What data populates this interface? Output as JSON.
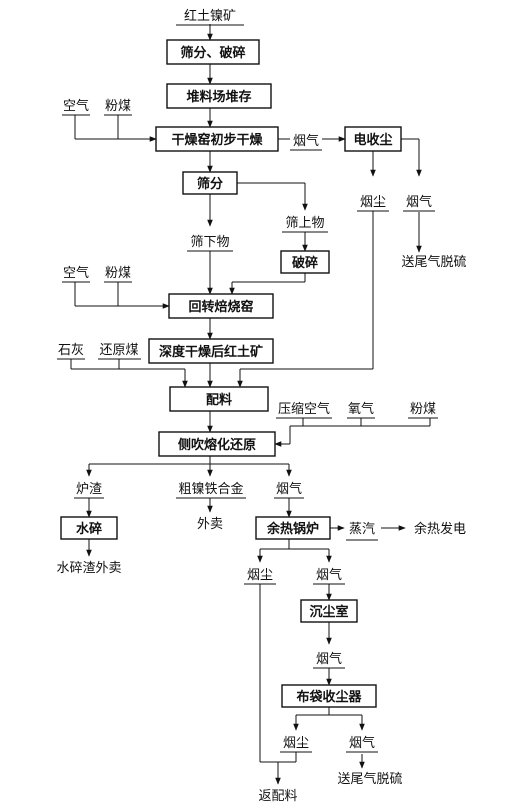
{
  "colors": {
    "ink": "#111111",
    "background": "#ffffff"
  },
  "nodes": {
    "laterite": "红土镍矿",
    "screen_crush": "筛分、破碎",
    "stockpile": "堆料场堆存",
    "air_1": "空气",
    "coal_1": "粉煤",
    "dryer": "干燥窑初步干燥",
    "fluegas_1": "烟气",
    "esp": "电收尘",
    "dust_1": "烟尘",
    "fluegas_2": "烟气",
    "tail_desulf_1": "送尾气脱硫",
    "screening": "筛分",
    "oversize": "筛上物",
    "undersize": "筛下物",
    "crushing": "破碎",
    "air_2": "空气",
    "coal_2": "粉煤",
    "rotary_kiln": "回转焙烧窑",
    "lime": "石灰",
    "reductant_coal": "还原煤",
    "deep_dried_ore": "深度干燥后红土矿",
    "batching": "配料",
    "compressed_air": "压缩空气",
    "oxygen": "氧气",
    "coal_3": "粉煤",
    "side_blow": "侧吹熔化还原",
    "slag": "炉渣",
    "crude_nife": "粗镍铁合金",
    "fluegas_3": "烟气",
    "water_quench": "水碎",
    "sold_1": "外卖",
    "waste_boiler": "余热锅炉",
    "steam": "蒸汽",
    "heat_power": "余热发电",
    "slag_sold": "水碎渣外卖",
    "dust_2": "烟尘",
    "fluegas_4": "烟气",
    "settling_chamber": "沉尘室",
    "fluegas_5": "烟气",
    "baghouse": "布袋收尘器",
    "dust_3": "烟尘",
    "fluegas_6": "烟气",
    "return_batch": "返配料",
    "tail_desulf_2": "送尾气脱硫"
  }
}
